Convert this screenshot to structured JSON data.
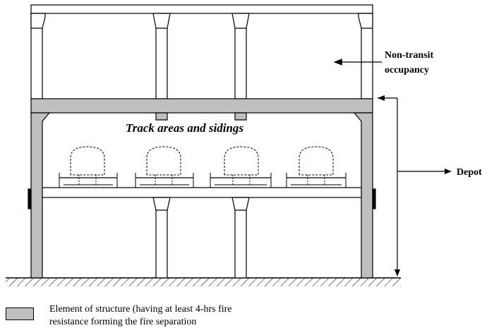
{
  "labels": {
    "non_transit_line1": "Non-transit",
    "non_transit_line2": "occupancy",
    "track_areas": "Track areas and sidings",
    "depot": "Depot"
  },
  "legend": {
    "line1": "Element of structure (having at least 4-hrs fire",
    "line2": "resistance forming the fire separation"
  },
  "colors": {
    "structure_fill": "#bfbfbf",
    "outline": "#000000"
  }
}
